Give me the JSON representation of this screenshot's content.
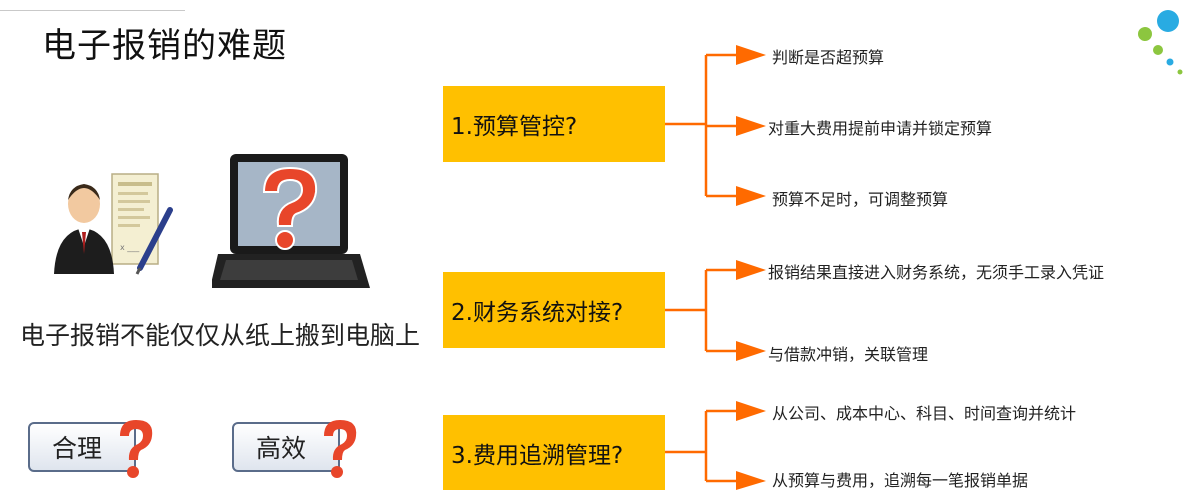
{
  "title": "电子报销的难题",
  "subtitle": "电子报销不能仅仅从纸上搬到电脑上",
  "question_buttons": [
    {
      "label": "合理"
    },
    {
      "label": "高效"
    }
  ],
  "problems": [
    {
      "label": "1.预算管控?",
      "points": [
        "判断是否超预算",
        "对重大费用提前申请并锁定预算",
        "预算不足时，可调整预算"
      ]
    },
    {
      "label": "2.财务系统对接?",
      "points": [
        "报销结果直接进入财务系统，无须手工录入凭证",
        "与借款冲销，关联管理"
      ]
    },
    {
      "label": "3.费用追溯管理?",
      "points": [
        "从公司、成本中心、科目、时间查询并统计",
        "从预算与费用，追溯每一笔报销单据"
      ]
    }
  ],
  "colors": {
    "box_fill": "#ffc000",
    "connector": "#ff6a00",
    "question_mark": "#e8462a",
    "logo_blue": "#29abe2",
    "logo_green": "#8cc63f"
  },
  "icons": [
    "person-with-document-icon",
    "laptop-question-icon",
    "question-mark-icon",
    "company-logo"
  ]
}
